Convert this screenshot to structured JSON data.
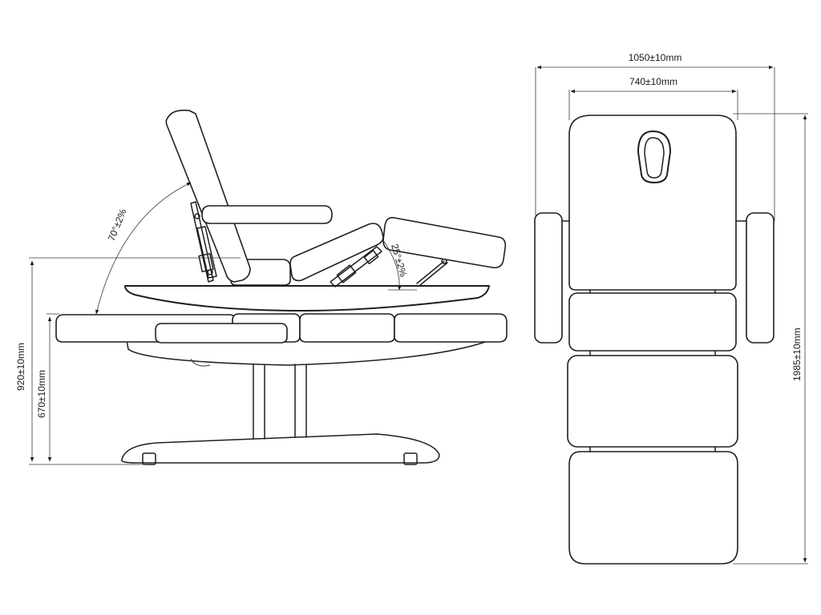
{
  "dimensions": {
    "overall_width": "1050±10mm",
    "top_width": "740±10mm",
    "overall_length": "1985±10mm",
    "max_height": "920±10mm",
    "seat_height": "670±10mm"
  },
  "angles": {
    "backrest": "70°±2%",
    "legrest": "25°±2%"
  },
  "colors": {
    "line": "#1f1f1f",
    "background": "#ffffff"
  }
}
